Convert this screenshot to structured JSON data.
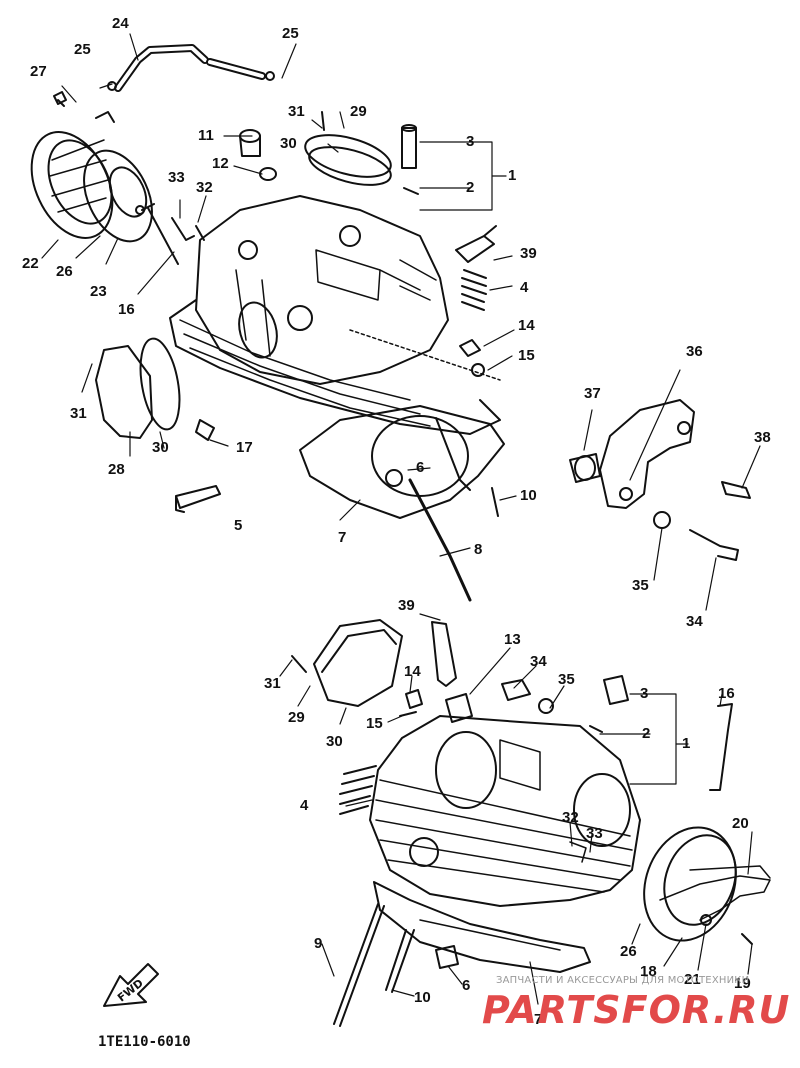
{
  "catalog_code": "1TE110-6010",
  "front_label": "FWD",
  "watermark": {
    "caption": "ЗАПЧАСТИ И АКСЕССУАРЫ ДЛЯ МОТОТЕХНИКИ",
    "logo": "PARTSFOR.RU"
  },
  "callouts": {
    "c24": "24",
    "c25a": "25",
    "c25b": "25",
    "c27": "27",
    "c31a": "31",
    "c29a": "29",
    "c30a": "30",
    "c11": "11",
    "c12": "12",
    "c3a": "3",
    "c2a": "2",
    "c1a": "1",
    "c33a": "33",
    "c32a": "32",
    "c22": "22",
    "c26a": "26",
    "c23": "23",
    "c16a": "16",
    "c39a": "39",
    "c4a": "4",
    "c14a": "14",
    "c15a": "15",
    "c36": "36",
    "c37": "37",
    "c38": "38",
    "c31b": "31",
    "c30b": "30",
    "c28": "28",
    "c17": "17",
    "c6a": "6",
    "c10a": "10",
    "c5": "5",
    "c7a": "7",
    "c8": "8",
    "c35a": "35",
    "c34a": "34",
    "c39b": "39",
    "c13": "13",
    "c34b": "34",
    "c35b": "35",
    "c3b": "3",
    "c16b": "16",
    "c31c": "31",
    "c14b": "14",
    "c29b": "29",
    "c15b": "15",
    "c2b": "2",
    "c1b": "1",
    "c30c": "30",
    "c4b": "4",
    "c20": "20",
    "c32b": "32",
    "c33b": "33",
    "c9": "9",
    "c6b": "6",
    "c10b": "10",
    "c7b": "7",
    "c26b": "26",
    "c18": "18",
    "c21": "21",
    "c19": "19"
  }
}
